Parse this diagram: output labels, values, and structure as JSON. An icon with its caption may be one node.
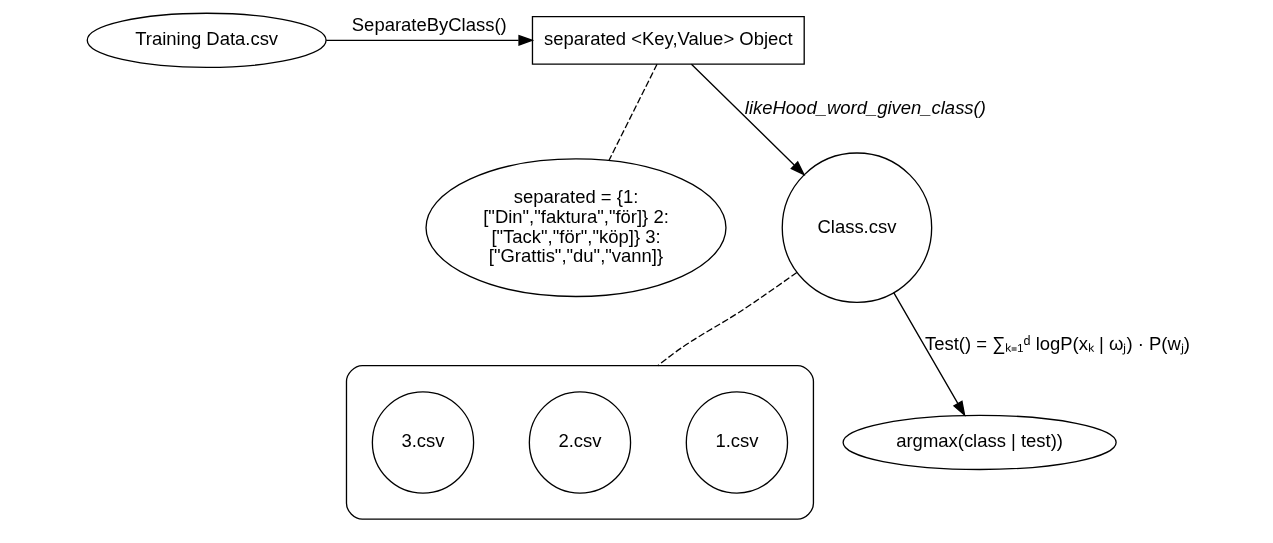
{
  "diagram": {
    "nodes": [
      {
        "text": [
          "Training Data.csv"
        ]
      },
      {
        "text": [
          "separated <Key,Value> Object"
        ]
      },
      {
        "text": [
          "separated = {1: [\"Din\",\"faktura\",\"för]} 2: [\"Tack\",\"för\",\"köp]} 3: [\"Grattis\",\"du\",\"vann]}"
        ]
      },
      {
        "text": [
          "Class.csv"
        ]
      },
      {
        "text": [],
        "shape": "cloud"
      },
      {
        "text": [
          "1.csv"
        ],
        "in": 4
      },
      {
        "text": [
          "2.csv"
        ],
        "in": 4
      },
      {
        "text": [
          "3.csv"
        ],
        "in": 4
      },
      {
        "text": [
          "argmax(class | test))"
        ]
      }
    ],
    "edges": [
      {
        "from": 0,
        "to": 1,
        "arrow": "to",
        "label": "SeparateByClass()"
      },
      {
        "from": 1,
        "to": 3,
        "arrow": "to",
        "label": "likeHood_word_given_class()"
      },
      {
        "from": 1,
        "to": 2,
        "arrow": "none",
        "style": "dashed"
      },
      {
        "from": 3,
        "to": 4,
        "arrow": "none",
        "style": "dashed"
      },
      {
        "from": 3,
        "to": 8,
        "arrow": "to",
        "label": "Test() = ∑ₖ₌₁ᵈ logP(xₖ | ωⱼ) · P(wⱼ)"
      }
    ]
  }
}
